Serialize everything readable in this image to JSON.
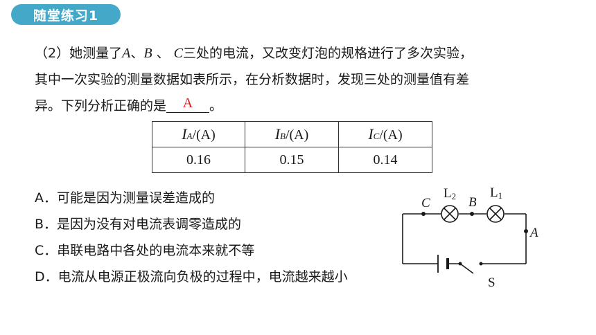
{
  "header": {
    "title": "随堂练习1"
  },
  "question": {
    "line1_pre": "（2）她测量了",
    "point_a": "A",
    "sep1": "、",
    "point_b": "B",
    "sep2": " 、 ",
    "point_c": "C",
    "line1_post": "三处的电流，又改变灯泡的规格进行了多次实验，",
    "line2": "其中一次实验的测量数据如表所示，在分析数据时，发现三处的测量值有差",
    "line3_pre": "异。下列分析正确的是",
    "line3_post": "。",
    "answer": "A"
  },
  "table": {
    "headers": [
      {
        "symbol": "I",
        "sub": "A",
        "unit": "/(A)"
      },
      {
        "symbol": "I",
        "sub": "B",
        "unit": "/(A)"
      },
      {
        "symbol": "I",
        "sub": "C",
        "unit": "/(A)"
      }
    ],
    "values": [
      "0.16",
      "0.15",
      "0.14"
    ]
  },
  "options": [
    "A．可能是因为测量误差造成的",
    "B．是因为没有对电流表调零造成的",
    "C．串联电路中各处的电流本来就不等",
    "D．电流从电源正极流向负极的过程中，电流越来越小"
  ],
  "circuit": {
    "lamp1": "L",
    "lamp1_sub": "1",
    "lamp2": "L",
    "lamp2_sub": "2",
    "node_a": "A",
    "node_b": "B",
    "node_c": "C",
    "switch": "S",
    "line_color": "#1a1a1a"
  }
}
